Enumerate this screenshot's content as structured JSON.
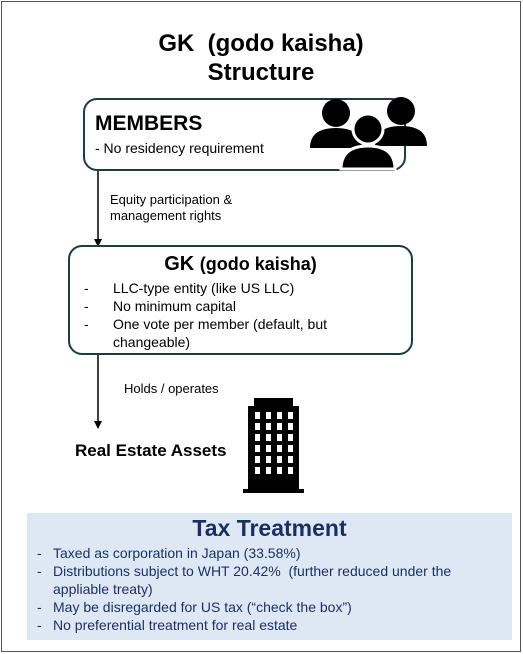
{
  "title": {
    "line1": "GK  (godo kaisha)",
    "line2": "Structure"
  },
  "members": {
    "heading": "MEMBERS",
    "note": "- No residency requirement",
    "icon": "people-group-icon"
  },
  "edge_members_gk": {
    "line1": "Equity participation &",
    "line2": "management rights"
  },
  "gk": {
    "heading": "GK",
    "heading_sub": "(godo kaisha)",
    "items": [
      "LLC-type entity (like US LLC)",
      "No minimum capital",
      "One vote per member (default, but changeable)"
    ]
  },
  "edge_gk_assets": {
    "label": "Holds / operates"
  },
  "assets": {
    "label": "Real Estate Assets",
    "icon": "office-building-icon"
  },
  "tax": {
    "heading": "Tax Treatment",
    "items": [
      "Taxed as corporation in Japan (33.58%)",
      "Distributions subject to WHT 20.42%  (further reduced under the appliable treaty)",
      "May be disregarded for US tax (“check the box”)",
      "No preferential treatment for real estate"
    ]
  },
  "colors": {
    "box_border": "#1e3c46",
    "tax_panel_bg": "#dde8f4",
    "tax_text": "#1a2f5e",
    "icon": "#000000"
  }
}
